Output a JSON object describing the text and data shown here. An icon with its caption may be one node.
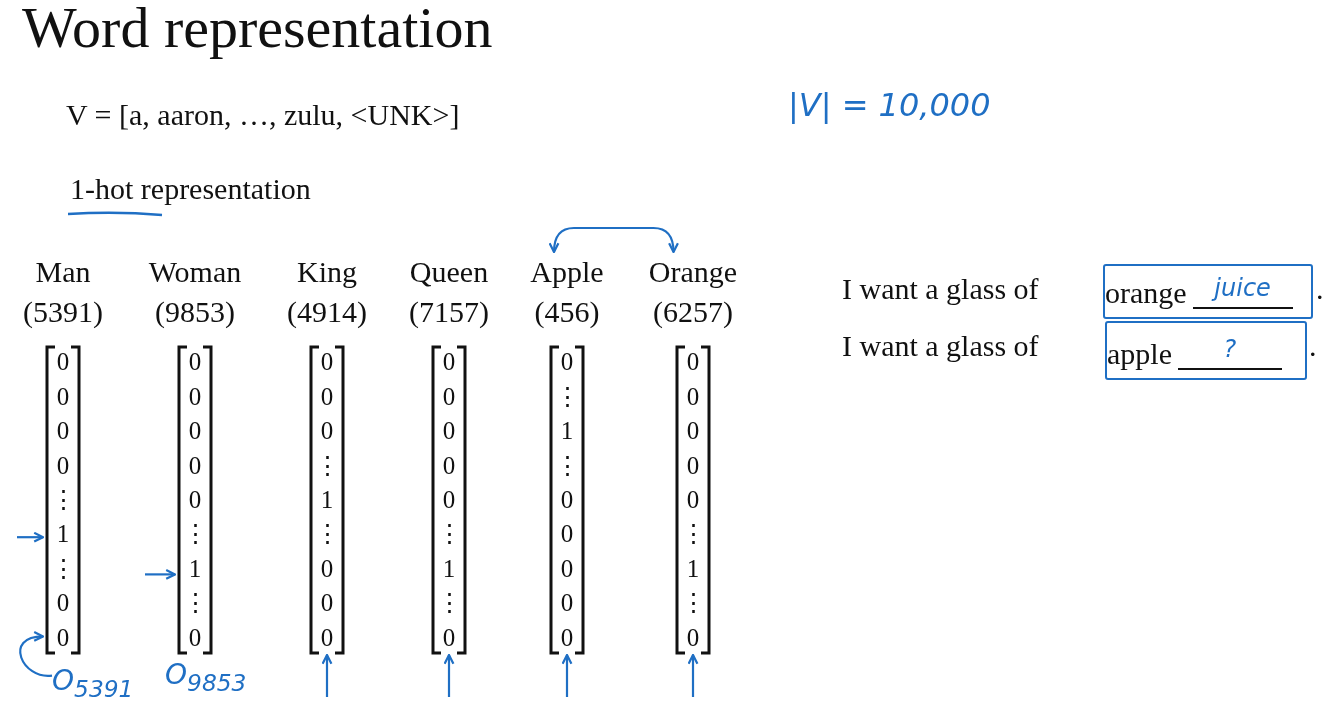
{
  "diagram": {
    "title": "Word representation",
    "nodes": [
      {
        "text": [
          "Man",
          "(5391)"
        ]
      },
      {
        "text": [
          "Woman",
          "(9853)"
        ]
      },
      {
        "text": [
          "King",
          "(4914)"
        ]
      },
      {
        "text": [
          "Queen",
          "(7157)"
        ]
      },
      {
        "text": [
          "Apple",
          "(456)"
        ]
      },
      {
        "text": [
          "Orange",
          "(6257)"
        ]
      },
      {
        "text": [
          "0",
          "0",
          "0",
          "0",
          "⋮",
          "1",
          "⋮",
          "0",
          "0"
        ]
      },
      {
        "text": [
          "0",
          "0",
          "0",
          "0",
          "0",
          "⋮",
          "1",
          "⋮",
          "0"
        ]
      },
      {
        "text": [
          "0",
          "0",
          "0",
          "⋮",
          "1",
          "⋮",
          "0",
          "0",
          "0"
        ]
      },
      {
        "text": [
          "0",
          "0",
          "0",
          "0",
          "0",
          "⋮",
          "1",
          "⋮",
          "0"
        ]
      },
      {
        "text": [
          "0",
          "⋮",
          "1",
          "⋮",
          "0",
          "0",
          "0",
          "0",
          "0"
        ]
      },
      {
        "text": [
          "0",
          "0",
          "0",
          "0",
          "0",
          "⋮",
          "1",
          "⋮",
          "0"
        ]
      },
      {
        "text": [
          "O$_{5391}$"
        ]
      },
      {
        "text": [
          "O$_{9853}$"
        ]
      },
      {
        "text": [
          "orange",
          "juice"
        ]
      },
      {
        "text": [
          "apple",
          "?"
        ]
      }
    ],
    "edges": [
      {
        "from": 12,
        "to": 6,
        "arrow": "to",
        "color": "#1f6fc4"
      },
      {
        "from": null,
        "to": 6,
        "arrow": "to",
        "color": "#1f6fc4"
      },
      {
        "from": null,
        "to": 7,
        "arrow": "to",
        "color": "#1f6fc4"
      },
      {
        "from": null,
        "to": 8,
        "arrow": "to",
        "color": "#1f6fc4"
      },
      {
        "from": null,
        "to": 9,
        "arrow": "to",
        "color": "#1f6fc4"
      },
      {
        "from": null,
        "to": 10,
        "arrow": "to",
        "color": "#1f6fc4"
      },
      {
        "from": null,
        "to": 11,
        "arrow": "to",
        "color": "#1f6fc4"
      },
      {
        "from": 4,
        "to": 5,
        "arrow": "both",
        "color": "#1f6fc4"
      }
    ],
    "labels": [
      "V = [a, aaron, …, zulu, <UNK>]",
      "|V| = 10,000",
      "1-hot representation",
      "I want a glass of",
      ".",
      "I want a glass of",
      "."
    ]
  }
}
